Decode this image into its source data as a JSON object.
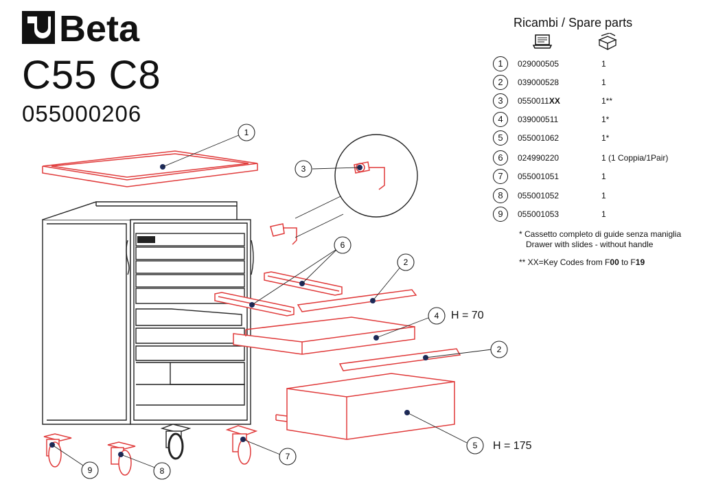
{
  "brand": {
    "name": "Beta"
  },
  "header": {
    "model": "C55 C8",
    "code": "055000206"
  },
  "spare_parts": {
    "title": "Ricambi / Spare parts",
    "icons": {
      "code_column": "laptop-icon",
      "qty_column": "box-icon"
    },
    "rows": [
      {
        "num": "1",
        "code": "029000505",
        "qty": "1"
      },
      {
        "num": "2",
        "code": "039000528",
        "qty": "1"
      },
      {
        "num": "3",
        "code_prefix": "0550011",
        "code_bold": "XX",
        "qty": "1**"
      },
      {
        "num": "4",
        "code": "039000511",
        "qty": "1*"
      },
      {
        "num": "5",
        "code": "055001062",
        "qty": "1*"
      },
      {
        "num": "6",
        "code": "024990220",
        "qty": "1 (1 Coppia/1Pair)"
      },
      {
        "num": "7",
        "code": "055001051",
        "qty": "1"
      },
      {
        "num": "8",
        "code": "055001052",
        "qty": "1"
      },
      {
        "num": "9",
        "code": "055001053",
        "qty": "1"
      }
    ],
    "note_1_it": "* Cassetto completo di guide senza maniglia",
    "note_1_en": "Drawer with slides - without handle",
    "note_2_a": "** XX=Key Codes from F",
    "note_2_b": "00",
    "note_2_c": " to F",
    "note_2_d": "19"
  },
  "diagram": {
    "callouts": [
      "1",
      "2",
      "3",
      "4",
      "5",
      "6",
      "7",
      "8",
      "9",
      "2"
    ],
    "height_small": "H = 70",
    "height_large": "H = 175",
    "colors": {
      "part_highlight": "#e03a3a",
      "outline": "#222222",
      "dot": "#1d2a5a"
    }
  }
}
